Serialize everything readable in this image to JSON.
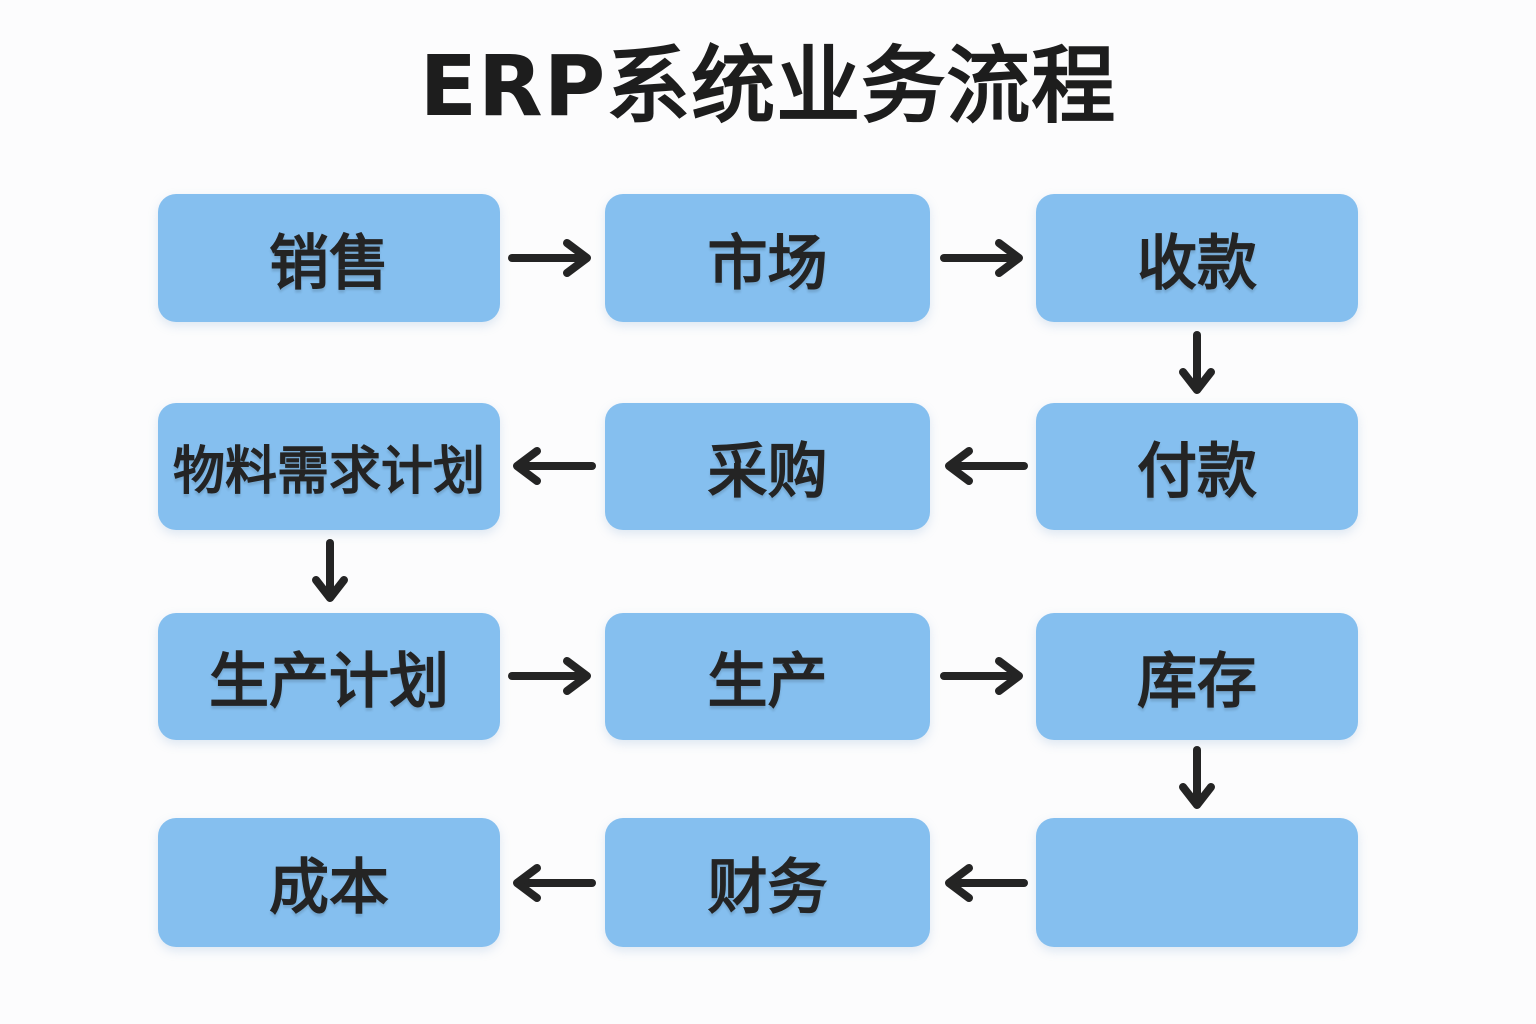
{
  "title": "ERP系统业务流程",
  "colors": {
    "box_fill": "#85bfef",
    "text": "#242424",
    "arrow": "#242424",
    "background": "#fcfcfd"
  },
  "nodes": {
    "sales": "销售",
    "market": "市场",
    "receivables": "收款",
    "mrp": "物料需求计划",
    "procurement": "采购",
    "payment": "付款",
    "production_plan": "生产计划",
    "production": "生产",
    "inventory": "库存",
    "cost": "成本",
    "finance": "财务",
    "empty": ""
  },
  "edges": [
    {
      "from": "sales",
      "to": "market",
      "direction": "right"
    },
    {
      "from": "market",
      "to": "receivables",
      "direction": "right"
    },
    {
      "from": "receivables",
      "to": "payment",
      "direction": "down"
    },
    {
      "from": "payment",
      "to": "procurement",
      "direction": "left"
    },
    {
      "from": "procurement",
      "to": "mrp",
      "direction": "left"
    },
    {
      "from": "mrp",
      "to": "production_plan",
      "direction": "down"
    },
    {
      "from": "production_plan",
      "to": "production",
      "direction": "right"
    },
    {
      "from": "production",
      "to": "inventory",
      "direction": "right"
    },
    {
      "from": "inventory",
      "to": "empty",
      "direction": "down"
    },
    {
      "from": "empty",
      "to": "finance",
      "direction": "left"
    },
    {
      "from": "finance",
      "to": "cost",
      "direction": "left"
    }
  ]
}
